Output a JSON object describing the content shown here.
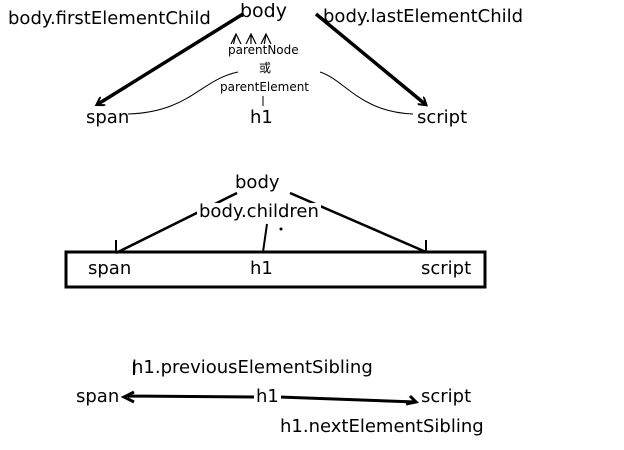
{
  "diagram1": {
    "root": "body",
    "first_child_label": "body.firstElementChild",
    "last_child_label": "body.lastElementChild",
    "parent_node_label": "parentNode",
    "or_label": "或",
    "parent_element_label": "parentElement",
    "children": [
      "span",
      "h1",
      "script"
    ]
  },
  "diagram2": {
    "root": "body",
    "children_label": "body.children",
    "children": [
      "span",
      "h1",
      "script"
    ]
  },
  "diagram3": {
    "previous_label": "h1.previousElementSibling",
    "next_label": "h1.nextElementSibling",
    "nodes": [
      "span",
      "h1",
      "script"
    ]
  },
  "colors": {
    "ink": "#000000",
    "background": "#ffffff"
  }
}
